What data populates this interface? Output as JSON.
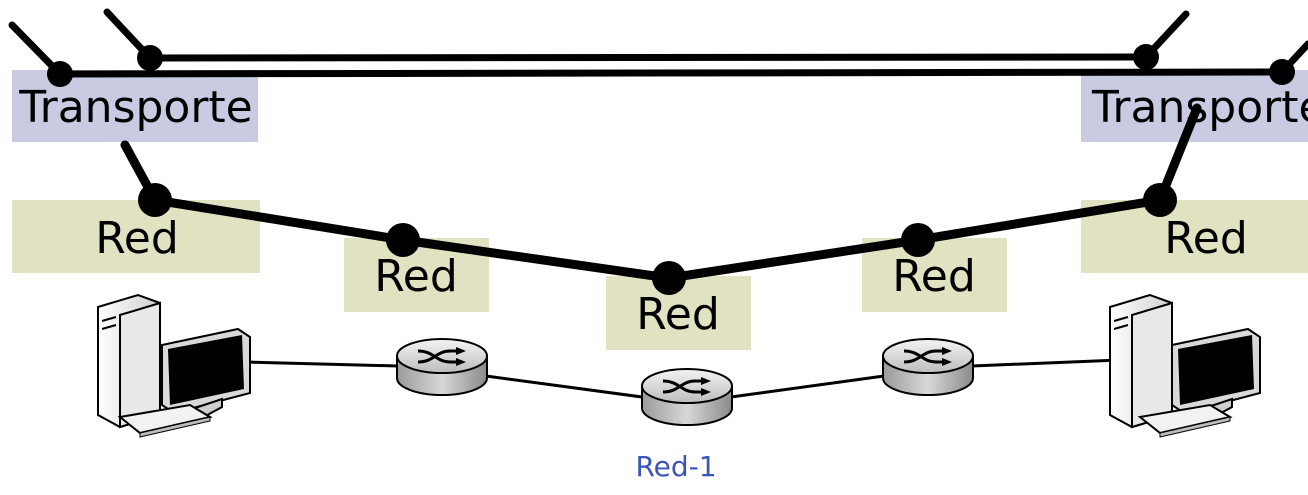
{
  "diagram": {
    "transport_label": "Transporte",
    "network_label": "Red",
    "caption": "Red-1"
  },
  "colors": {
    "transport_box": "#c9cbe3",
    "network_box": "#e0e2c1",
    "line": "#000000",
    "caption": "#3b54b8"
  },
  "icons": [
    "computer-icon",
    "router-icon",
    "router-icon",
    "router-icon",
    "computer-icon"
  ]
}
